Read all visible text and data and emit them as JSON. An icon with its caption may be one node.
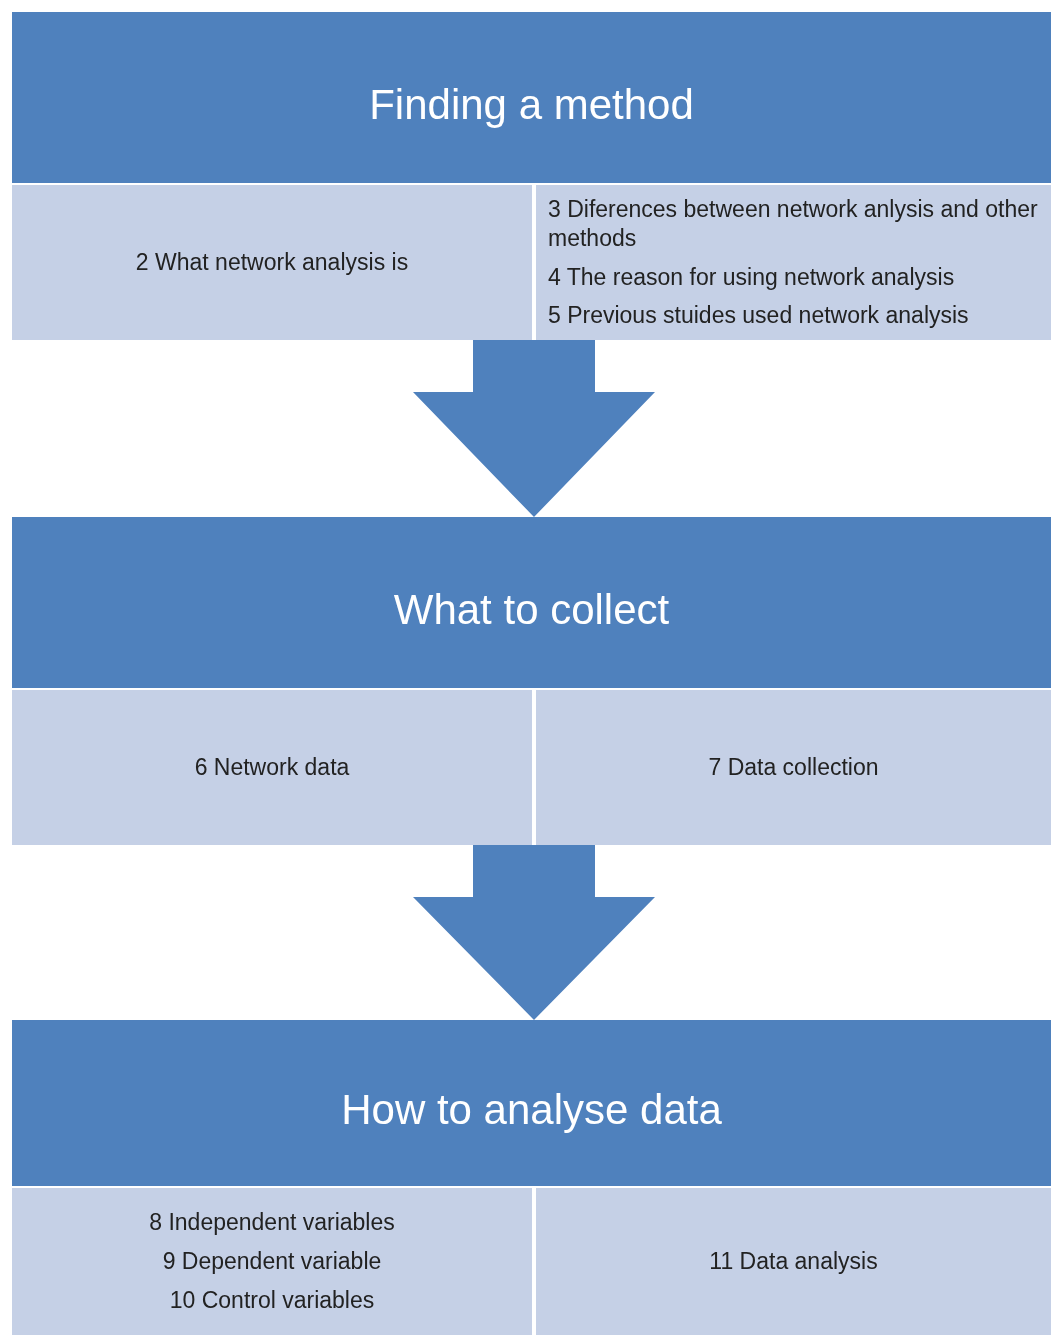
{
  "diagram": {
    "nodes": [
      {
        "text": [
          "Finding a method"
        ]
      },
      {
        "text": [
          "2 What network analysis is"
        ],
        "in": 0
      },
      {
        "text": [
          "3 Diferences between network anlysis and other methods",
          "4 The reason for using network analysis",
          "5 Previous stuides used network analysis"
        ],
        "in": 0
      },
      {
        "text": [
          "What to collect"
        ]
      },
      {
        "text": [
          "6 Network data"
        ],
        "in": 3
      },
      {
        "text": [
          "7 Data collection"
        ],
        "in": 3
      },
      {
        "text": [
          "How to analyse data"
        ]
      },
      {
        "text": [
          "8 Independent variables",
          "9 Dependent variable",
          "10 Control variables"
        ],
        "in": 6
      },
      {
        "text": [
          "11 Data analysis"
        ],
        "in": 6
      }
    ],
    "edges": [
      {
        "from": 0,
        "to": 3,
        "arrow": "to"
      },
      {
        "from": 3,
        "to": 6,
        "arrow": "to"
      }
    ]
  }
}
